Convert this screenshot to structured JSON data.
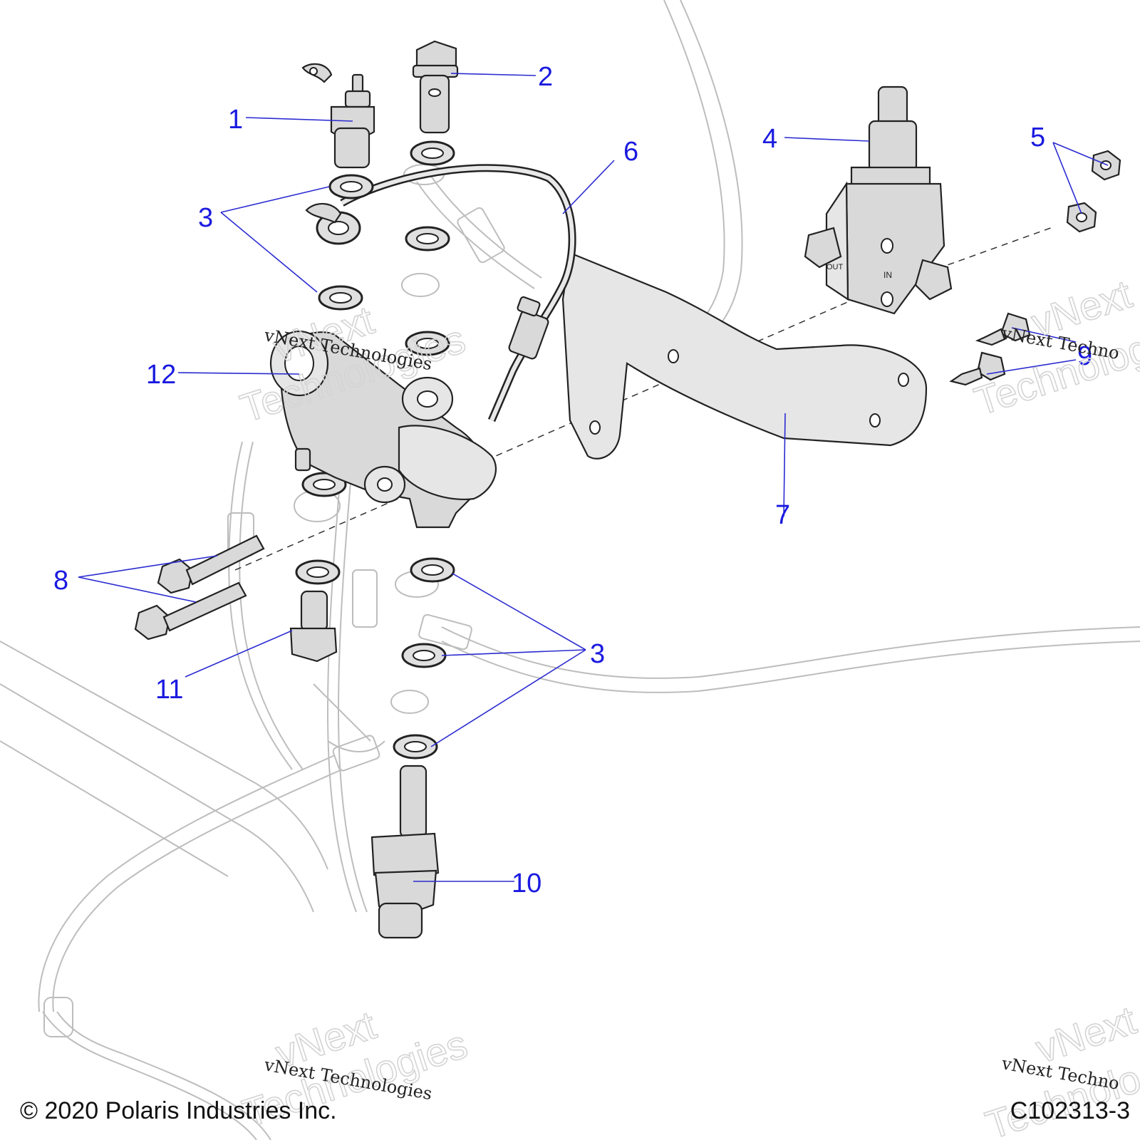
{
  "callouts": {
    "c1": "1",
    "c2": "2",
    "c3a": "3",
    "c3b": "3",
    "c4": "4",
    "c5": "5",
    "c6": "6",
    "c7": "7",
    "c8": "8",
    "c9": "9",
    "c10": "10",
    "c11": "11",
    "c12": "12"
  },
  "watermark": {
    "brand_line1": "vNext",
    "brand_line2": "Technologies",
    "label": "vNext Technologies",
    "label_short": "vNext Techno"
  },
  "footer": {
    "copyright": "© 2020 Polaris Industries Inc.",
    "drawing_code": "C102313-3"
  },
  "part_markings": {
    "valve_in": "IN",
    "valve_out": "OUT"
  },
  "colors": {
    "callout": "#1a1ae0",
    "leader": "#2b2bd1",
    "ghost_lines": "#bdbdbd",
    "part_fill": "#d9d9d9"
  }
}
